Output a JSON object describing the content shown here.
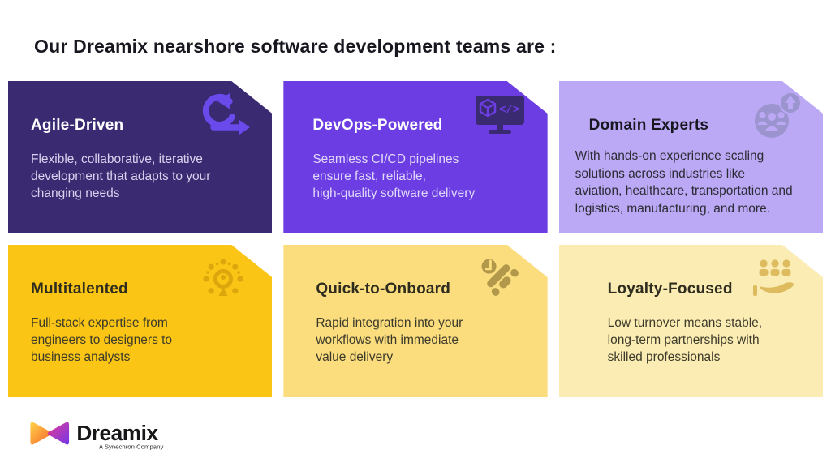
{
  "page": {
    "title": "Our Dreamix nearshore software development teams are :",
    "title_color": "#17171F",
    "background": "#FFFFFF"
  },
  "cards": [
    {
      "title": "Agile-Driven",
      "body": "Flexible, collaborative, iterative\ndevelopment that adapts to your\nchanging needs",
      "bg": "#3A2A71",
      "title_color": "#FFFFFF",
      "body_color": "#D8D2EE",
      "icon": "agile-loop-icon",
      "icon_color": "#6B4AEC"
    },
    {
      "title": "DevOps-Powered",
      "body": "Seamless CI/CD pipelines\nensure fast, reliable,\nhigh-quality software delivery",
      "bg": "#6C3DE2",
      "title_color": "#FFFFFF",
      "body_color": "#E0D8F8",
      "icon": "devops-monitor-icon",
      "icon_color": "#3A2A71"
    },
    {
      "title": "Domain Experts",
      "body": "With hands-on experience scaling\nsolutions across industries like\naviation, healthcare, transportation and\nlogistics, manufacturing, and more.",
      "bg": "#BCA9F6",
      "title_color": "#17171F",
      "body_color": "#2B2B33",
      "icon": "team-growth-icon",
      "icon_color": "#9C94CF"
    },
    {
      "title": "Multitalented",
      "body": "Full-stack expertise from\nengineers to designers to\nbusiness analysts",
      "bg": "#FAC515",
      "title_color": "#2E2C1E",
      "body_color": "#3C3A2A",
      "icon": "multitalent-radial-icon",
      "icon_color": "#DCA60D"
    },
    {
      "title": "Quick-to-Onboard",
      "body": "Rapid integration into your\nworkflows with immediate\nvalue delivery",
      "bg": "#FBDD7E",
      "title_color": "#2E2C1E",
      "body_color": "#3C3A2A",
      "icon": "onboarding-check-icon",
      "icon_color": "#B1984A"
    },
    {
      "title": "Loyalty-Focused",
      "body": "Low turnover means stable,\nlong-term partnerships with\nskilled professionals",
      "bg": "#FBECB3",
      "title_color": "#2E2C1E",
      "body_color": "#3C3A2A",
      "icon": "hand-people-icon",
      "icon_color": "#DDBB5E"
    }
  ],
  "logo": {
    "wordmark": "Dreamix",
    "tagline": "A Synechron Company",
    "mark_colors": [
      "#FFD348",
      "#F7652B",
      "#E7338C",
      "#6A2CE8"
    ],
    "wordmark_color": "#17171A"
  }
}
